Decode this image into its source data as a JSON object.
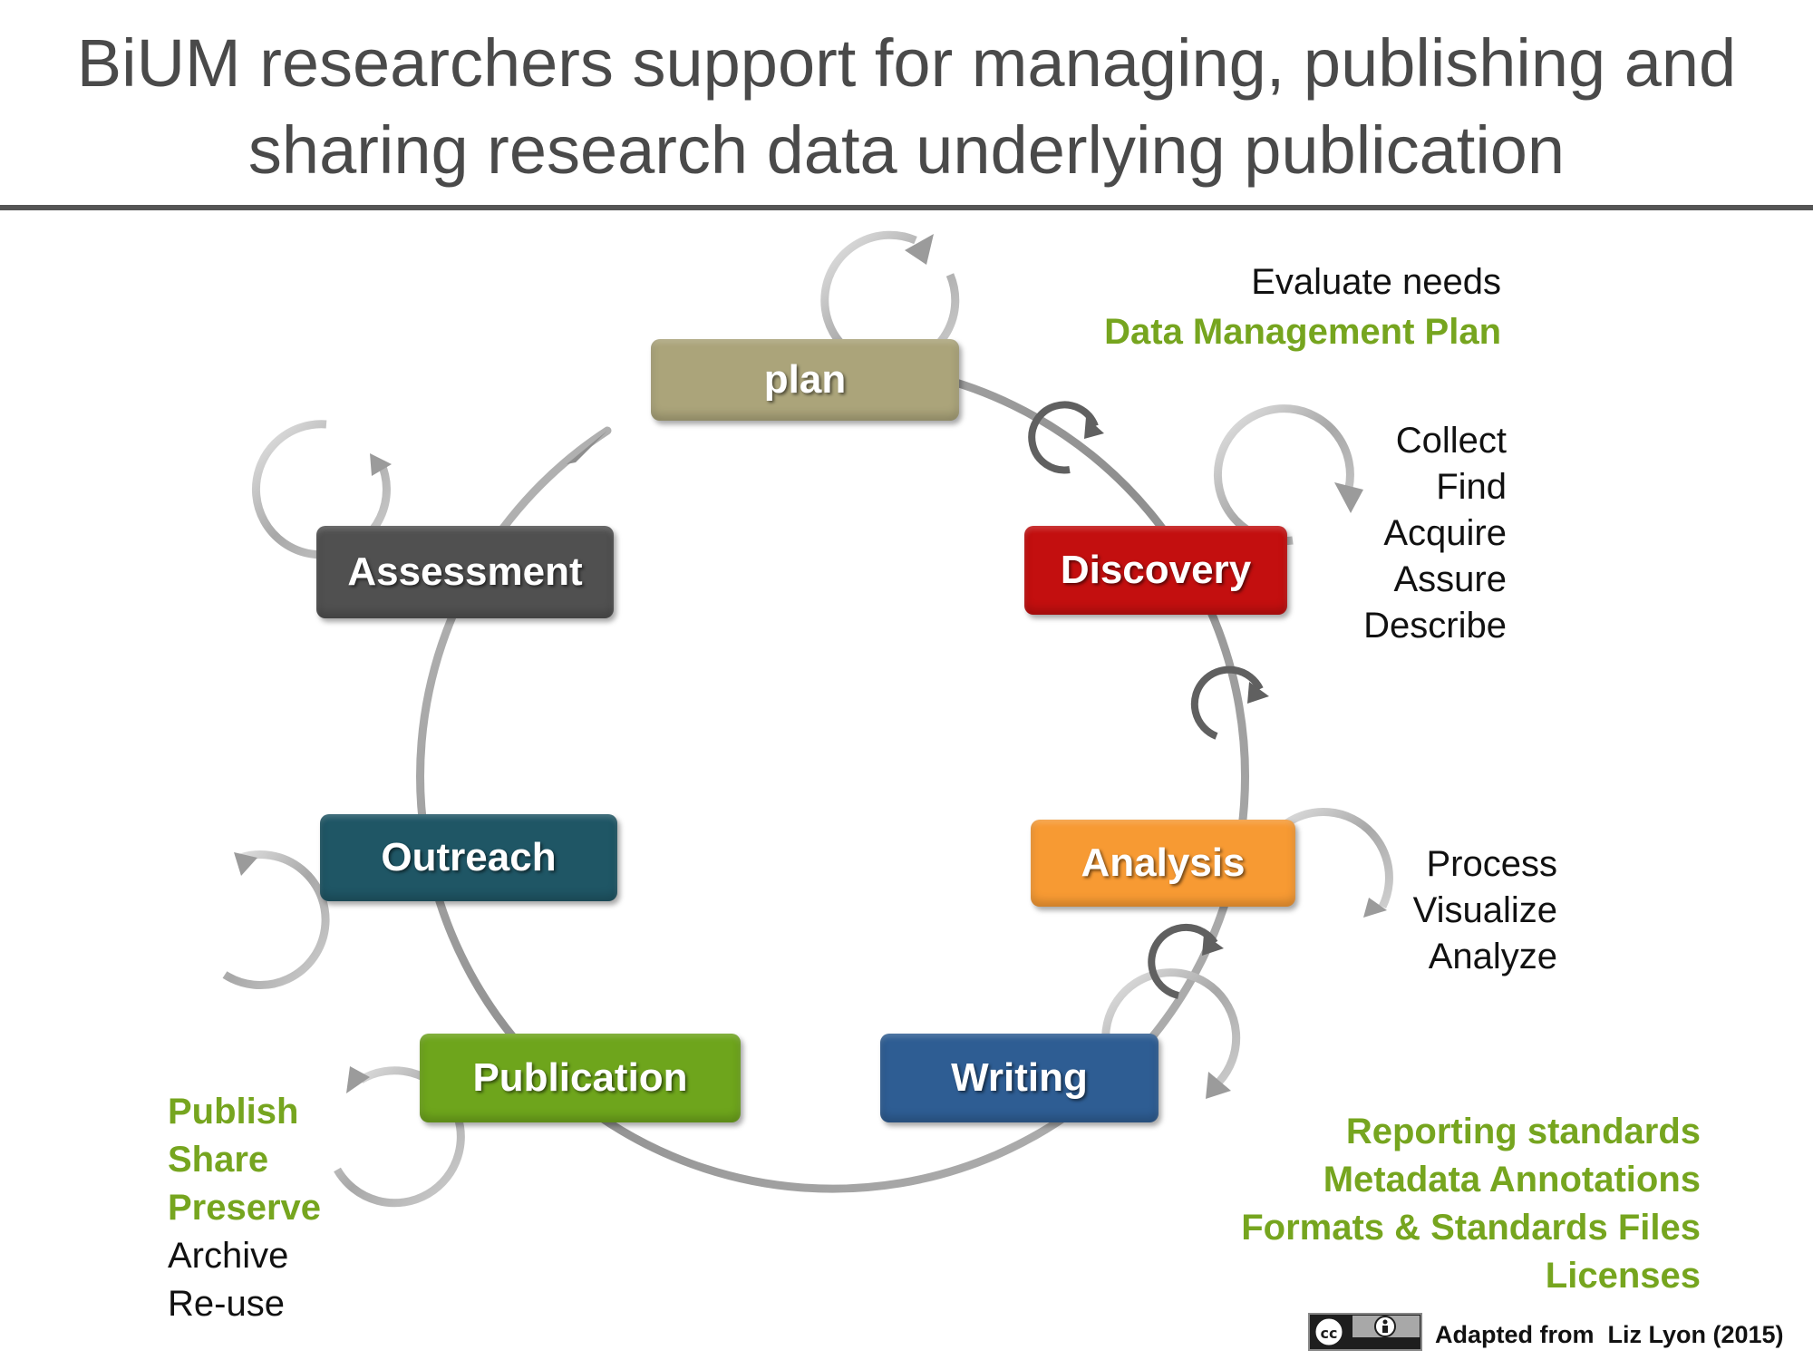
{
  "title": {
    "line1": "BiUM researchers support for managing, publishing and",
    "line2": "sharing research data underlying publication"
  },
  "stages": {
    "plan": {
      "label": "plan",
      "color": "#aba47a"
    },
    "discovery": {
      "label": "Discovery",
      "color": "#c30f0f"
    },
    "analysis": {
      "label": "Analysis",
      "color": "#f79a33"
    },
    "writing": {
      "label": "Writing",
      "color": "#2e5d93"
    },
    "publication": {
      "label": "Publication",
      "color": "#6ea51c"
    },
    "outreach": {
      "label": "Outreach",
      "color": "#1f5665"
    },
    "assessment": {
      "label": "Assessment",
      "color": "#505050"
    }
  },
  "notes": {
    "plan": {
      "lines": [
        "Evaluate needs",
        "Data Management Plan"
      ]
    },
    "discovery": {
      "lines": [
        "Collect",
        "Find",
        "Acquire",
        "Assure",
        "Describe"
      ]
    },
    "analysis": {
      "lines": [
        "Process",
        "Visualize",
        "Analyze"
      ]
    },
    "writing": {
      "lines": [
        "Reporting standards",
        "Metadata Annotations",
        "Formats & Standards Files",
        "Licenses"
      ]
    },
    "publication": {
      "lines": [
        "Publish",
        "Share",
        "Preserve",
        "Archive",
        "Re-use"
      ]
    }
  },
  "credit": {
    "text": "Adapted from  Liz Lyon (2015)"
  },
  "colors": {
    "accent_green": "#76a51f",
    "text_dark": "#111111",
    "title_gray": "#4a4a4a"
  },
  "icons": [
    "cycle-arrow-icon",
    "creative-commons-by-icon"
  ]
}
